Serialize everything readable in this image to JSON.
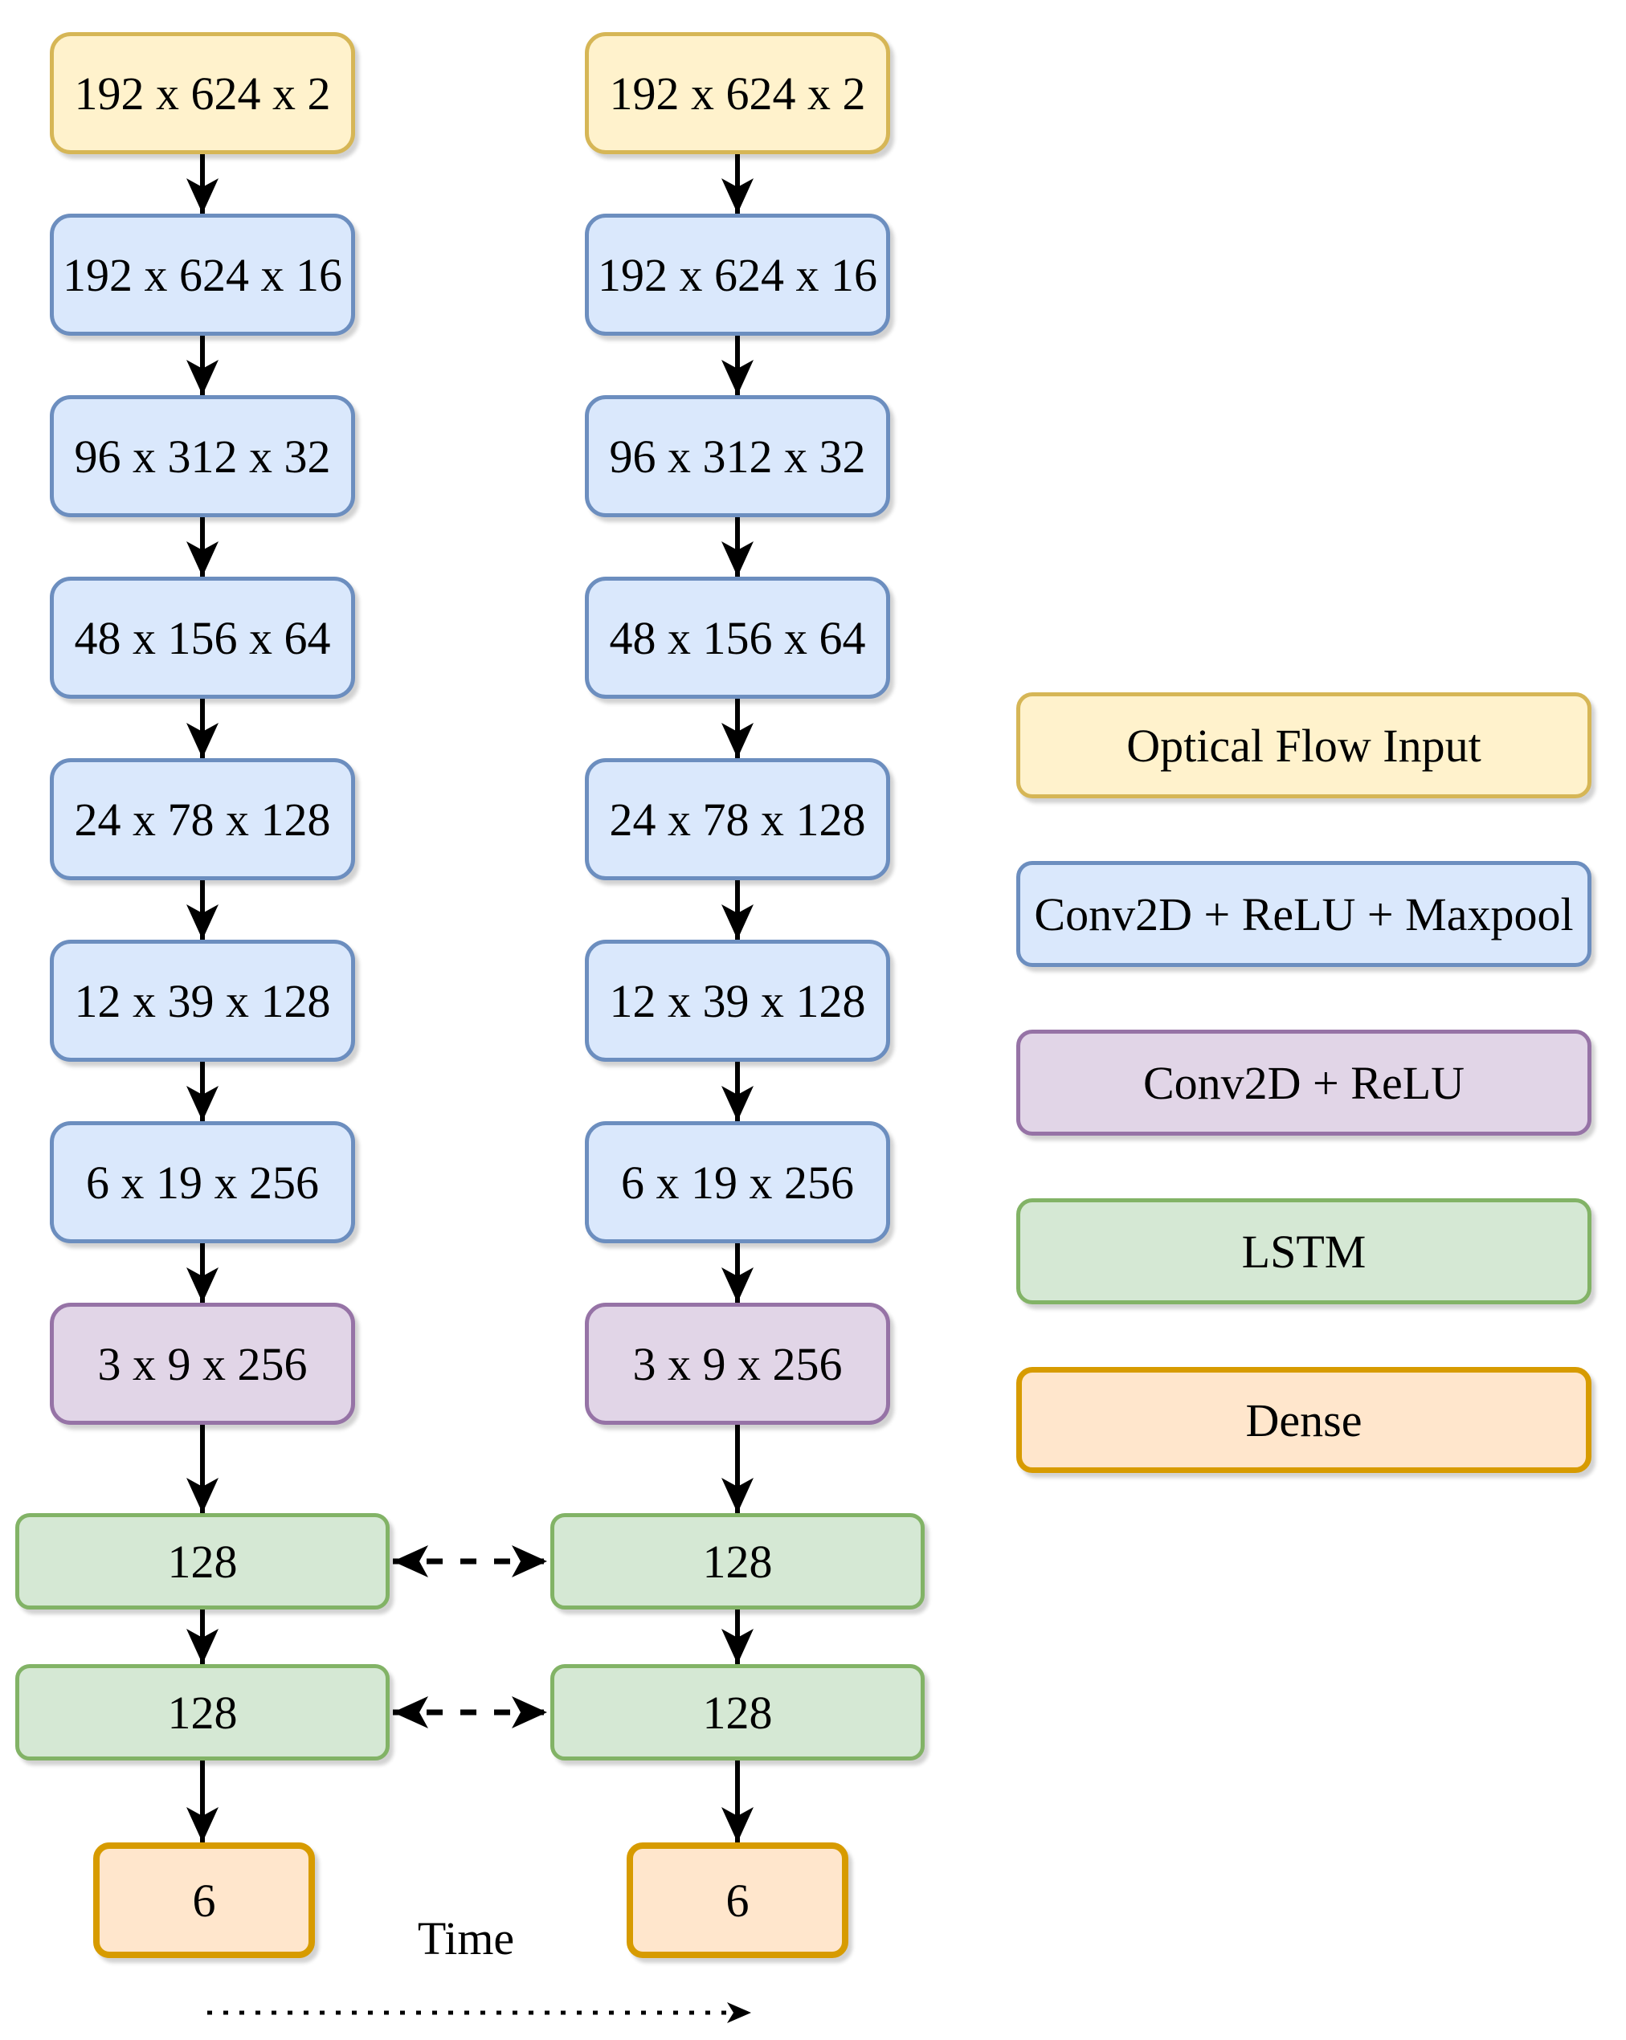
{
  "diagram": {
    "layers": [
      {
        "label": "192 x 624 x 2",
        "type": "input"
      },
      {
        "label": "192 x 624 x 16",
        "type": "conv_maxpool"
      },
      {
        "label": "96 x 312 x 32",
        "type": "conv_maxpool"
      },
      {
        "label": "48 x 156 x 64",
        "type": "conv_maxpool"
      },
      {
        "label": "24 x 78 x 128",
        "type": "conv_maxpool"
      },
      {
        "label": "12 x 39 x 128",
        "type": "conv_maxpool"
      },
      {
        "label": "6 x 19 x 256",
        "type": "conv_maxpool"
      },
      {
        "label": "3 x 9 x 256",
        "type": "conv_relu"
      },
      {
        "label": "128",
        "type": "lstm"
      },
      {
        "label": "128",
        "type": "lstm"
      },
      {
        "label": "6",
        "type": "dense"
      }
    ],
    "columns": 2,
    "time_axis_label": "Time"
  },
  "legend": {
    "items": [
      {
        "label": "Optical Flow Input",
        "type": "input",
        "fill": "#FFF2CC",
        "border": "#D6B656"
      },
      {
        "label": "Conv2D + ReLU + Maxpool",
        "type": "conv_maxpool",
        "fill": "#DAE8FC",
        "border": "#6C8EBF"
      },
      {
        "label": "Conv2D + ReLU",
        "type": "conv_relu",
        "fill": "#E1D5E7",
        "border": "#9673A6"
      },
      {
        "label": "LSTM",
        "type": "lstm",
        "fill": "#D5E8D4",
        "border": "#82B366"
      },
      {
        "label": "Dense",
        "type": "dense",
        "fill": "#FFE6CC",
        "border": "#D79B00"
      }
    ]
  },
  "colors": {
    "background": "#FFFFFF",
    "arrow": "#000000",
    "text": "#000000"
  }
}
